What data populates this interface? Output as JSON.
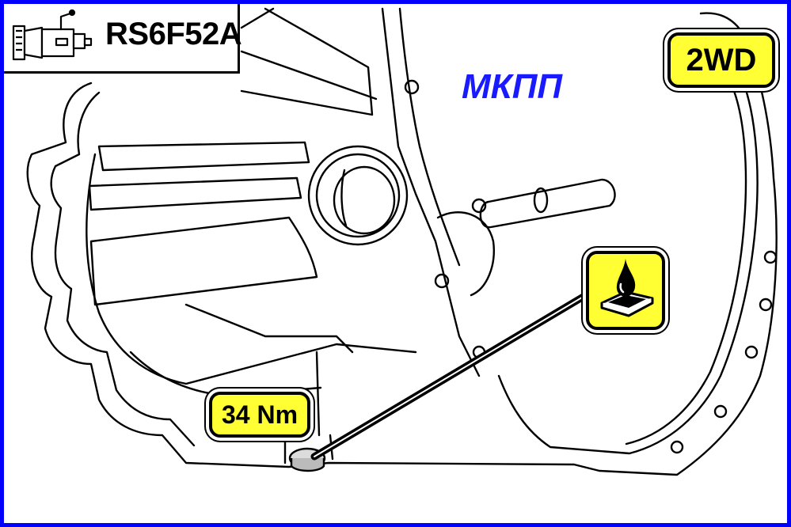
{
  "header": {
    "model_code": "RS6F52A",
    "icon": "transmission-icon"
  },
  "title": "МКПП",
  "drive_badge": "2WD",
  "torque_badge": "34 Nm",
  "oil_badge_icon": "oil-drop-icon",
  "colors": {
    "frame": "#0000ff",
    "title": "#1a1aff",
    "badge": "#ffff33",
    "line": "#000000"
  }
}
